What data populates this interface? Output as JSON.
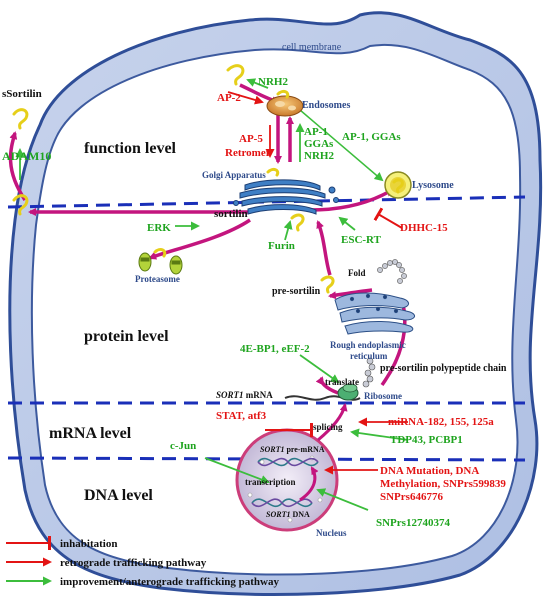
{
  "labels": {
    "cell_membrane": "cell membrane",
    "ssortilin": "sSortilin",
    "adam10": "ADAM10",
    "function_level": "function level",
    "protein_level": "protein level",
    "mrna_level": "mRNA level",
    "dna_level": "DNA level",
    "nrh2_top": "NRH2",
    "ap2": "AP-2",
    "endosomes": "Endosomes",
    "ap5": "AP-5",
    "retromer": "Retromer",
    "ap1": "AP-1",
    "ggas": "GGAs",
    "nrh2_mid": "NRH2",
    "ap1_ggas": "AP-1, GGAs",
    "golgi": "Golgi Apparatus",
    "sortilin": "sortilin",
    "lysosome": "Lysosome",
    "erk": "ERK",
    "furin": "Furin",
    "esc_rt": "ESC-RT",
    "dhhc15": "DHHC-15",
    "proteasome": "Proteasome",
    "fold": "Fold",
    "pre_sortilin": "pre-sortilin",
    "rough_er_1": "Rough endoplasmic",
    "rough_er_2": "reticulum",
    "eif": "4E-BP1, eEF-2",
    "polypeptide": "pre-sortilin polypeptide chain",
    "translate": "translate",
    "sort1_mrna_gene": "SORT1",
    "sort1_mrna_word": " mRNA",
    "ribosome": "Ribosome",
    "stat": "STAT, atf3",
    "splicing": "splicing",
    "mirna": "miRNA-182, 155, 125a",
    "cjun": "c-Jun",
    "sort1_pre_gene": "SORT1",
    "sort1_pre_word": " pre-mRNA",
    "tdp43": "TDP43, PCBP1",
    "transcription": "transcription",
    "sort1_dna_gene": "SORT1",
    "sort1_dna_word": " DNA",
    "dna_mut_1": "DNA Mutation, DNA",
    "dna_mut_2": "Methylation, SNPrs599839",
    "dna_mut_3": "SNPrs646776",
    "snp12740374": "SNPrs12740374",
    "nucleus": "Nucleus"
  },
  "legend": {
    "inhibitation": "inhabitation",
    "retrograde": "retrograde trafficking pathway",
    "anterograde": "improvement/anterograde trafficking pathway"
  },
  "colors": {
    "cell_fill": "#cfd9ee",
    "cell_border": "#3d5a9e",
    "magenta": "#c3157e",
    "red": "#e31414",
    "green": "#3cbd3c",
    "dash": "#1a2fb8",
    "sortilin": "#e6cf1a"
  }
}
